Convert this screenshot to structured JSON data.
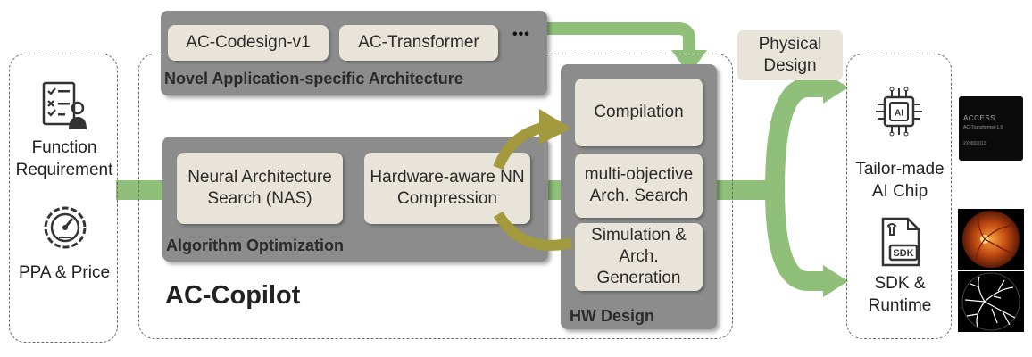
{
  "left_panel": {
    "function_label": "Function Requirement",
    "ppa_label": "PPA & Price"
  },
  "novel": {
    "box1": "AC-Codesign-v1",
    "box2": "AC-Transformer",
    "more": "•••",
    "title": "Novel Application-specific Architecture"
  },
  "algo": {
    "box1": "Neural Architecture Search (NAS)",
    "box2": "Hardware-aware NN Compression",
    "title": "Algorithm Optimization"
  },
  "hw": {
    "compilation": "Compilation",
    "search": "multi-objective Arch. Search",
    "simulation": "Simulation & Arch. Generation",
    "title": "HW Design"
  },
  "copilot_title": "AC-Copilot",
  "physical_design": "Physical Design",
  "right_panel": {
    "chip_label": "Tailor-made AI Chip",
    "sdk_label": "SDK & Runtime",
    "sdk_icon_text": "SDK",
    "chip_icon_text": "AI"
  },
  "chip_photo": {
    "brand": "ACCESS",
    "model": "AC-Transformer-1.0",
    "serial": "2X9800013"
  },
  "colors": {
    "arrow_green": "#8fbf78",
    "cycle_olive": "#a29a3c",
    "gray_box": "#8c8c8c",
    "beige": "#e8e4da"
  }
}
